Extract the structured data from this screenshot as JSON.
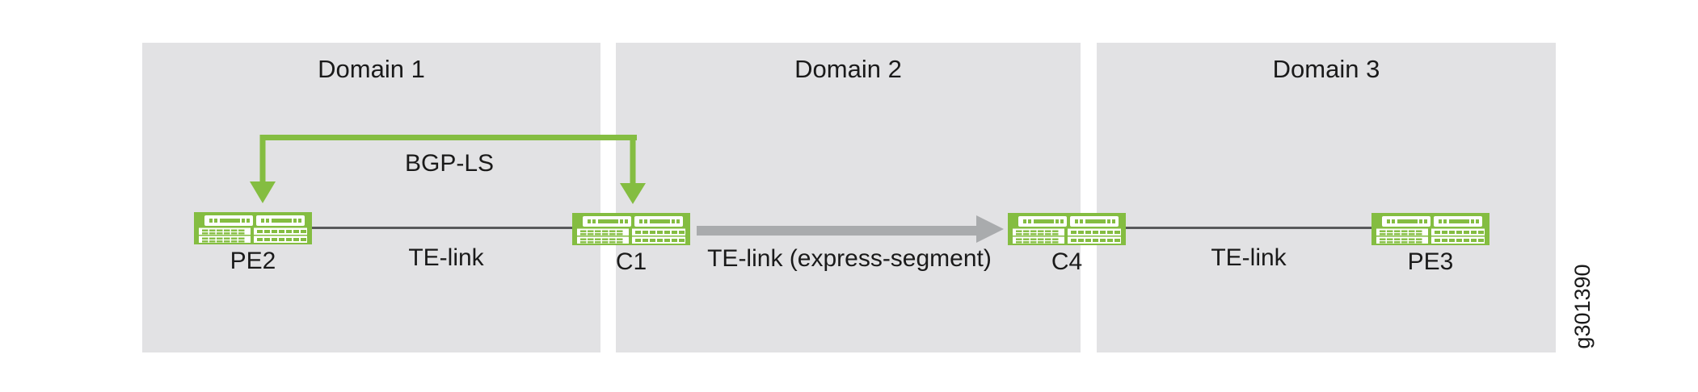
{
  "figure": {
    "id_label": "g301390"
  },
  "colors": {
    "green": "#84bd41",
    "domain_box": "#e2e2e4",
    "express_arrow": "#a9abad",
    "link_line": "#58595b",
    "text": "#1a1a1a"
  },
  "domains": [
    {
      "label": "Domain 1"
    },
    {
      "label": "Domain 2"
    },
    {
      "label": "Domain 3"
    }
  ],
  "nodes": [
    {
      "label": "PE2",
      "icon": "router-icon"
    },
    {
      "label": "C1",
      "icon": "router-icon"
    },
    {
      "label": "C4",
      "icon": "router-icon"
    },
    {
      "label": "PE3",
      "icon": "router-icon"
    }
  ],
  "links": [
    {
      "label": "BGP-LS",
      "type": "green-bracket-arrow",
      "ends": [
        "PE2",
        "C1"
      ],
      "arrowheads": "both-ends-down"
    },
    {
      "label": "TE-link",
      "type": "thin-line",
      "ends": [
        "PE2",
        "C1"
      ]
    },
    {
      "label": "TE-link (express-segment)",
      "type": "thick-gray-arrow",
      "ends": [
        "C1",
        "C4"
      ],
      "arrowheads": "toward-C4"
    },
    {
      "label": "TE-link",
      "type": "thin-line",
      "ends": [
        "C4",
        "PE3"
      ]
    }
  ]
}
